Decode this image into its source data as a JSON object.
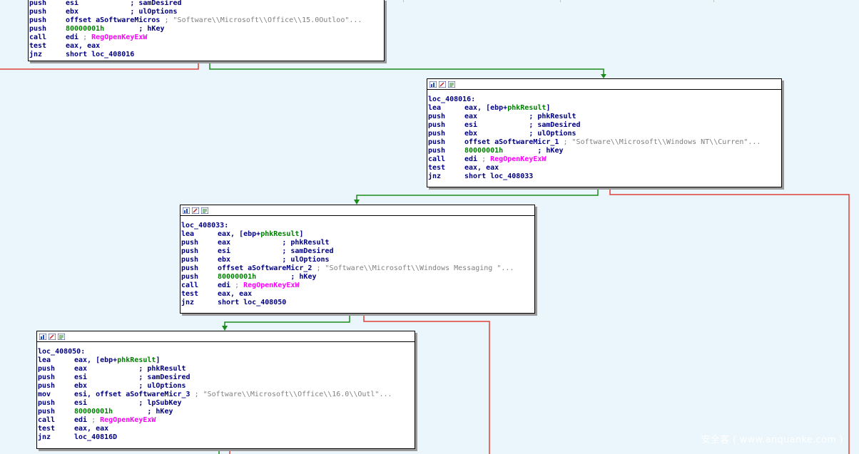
{
  "watermark": "安全客 ( www.anquanke.com )",
  "colors": {
    "true_edge": "#1a8a1a",
    "false_edge": "#e0403a",
    "background": "#eaf6fc"
  },
  "toolbar_icons": [
    "graph-icon",
    "edit-icon",
    "comment-icon"
  ],
  "block1": {
    "lines": [
      {
        "mn": "push",
        "op": "esi",
        "pad": "            ",
        "cmt": "samDesired",
        "kind": "c"
      },
      {
        "mn": "push",
        "op": "ebx",
        "pad": "            ",
        "cmt": "ulOptions",
        "kind": "c"
      },
      {
        "mn": "push",
        "op": "offset aSoftwareMicros",
        "pad": " ",
        "cmt": "\"Software\\\\Microsoft\\\\Office\\\\15.0Outloo\"...",
        "kind": "s"
      },
      {
        "mn": "push",
        "num": "80000001h",
        "pad": "       ",
        "cmt": "hKey",
        "kind": "n"
      },
      {
        "mn": "call",
        "op": "edi",
        "imp": "RegOpenKeyExW",
        "kind": "i"
      },
      {
        "mn": "test",
        "op": "eax, eax",
        "kind": "p"
      },
      {
        "mn": "jnz",
        "op": "short loc_408016",
        "kind": "p"
      }
    ]
  },
  "block2": {
    "label": "loc_408016:",
    "lines": [
      {
        "mn": "lea",
        "op": "eax, [ebp+",
        "hl": "phkResult",
        "close": "]",
        "kind": "l"
      },
      {
        "mn": "push",
        "op": "eax",
        "pad": "            ",
        "cmt": "phkResult",
        "kind": "c"
      },
      {
        "mn": "push",
        "op": "esi",
        "pad": "            ",
        "cmt": "samDesired",
        "kind": "c"
      },
      {
        "mn": "push",
        "op": "ebx",
        "pad": "            ",
        "cmt": "ulOptions",
        "kind": "c"
      },
      {
        "mn": "push",
        "op": "offset aSoftwareMicr_1",
        "pad": " ",
        "cmt": "\"Software\\\\Microsoft\\\\Windows NT\\\\Curren\"...",
        "kind": "s"
      },
      {
        "mn": "push",
        "num": "80000001h",
        "pad": "       ",
        "cmt": "hKey",
        "kind": "n"
      },
      {
        "mn": "call",
        "op": "edi",
        "imp": "RegOpenKeyExW",
        "kind": "i"
      },
      {
        "mn": "test",
        "op": "eax, eax",
        "kind": "p"
      },
      {
        "mn": "jnz",
        "op": "short loc_408033",
        "kind": "p"
      }
    ]
  },
  "block3": {
    "label": "loc_408033:",
    "lines": [
      {
        "mn": "lea",
        "op": "eax, [ebp+",
        "hl": "phkResult",
        "close": "]",
        "kind": "l"
      },
      {
        "mn": "push",
        "op": "eax",
        "pad": "            ",
        "cmt": "phkResult",
        "kind": "c"
      },
      {
        "mn": "push",
        "op": "esi",
        "pad": "            ",
        "cmt": "samDesired",
        "kind": "c"
      },
      {
        "mn": "push",
        "op": "ebx",
        "pad": "            ",
        "cmt": "ulOptions",
        "kind": "c"
      },
      {
        "mn": "push",
        "op": "offset aSoftwareMicr_2",
        "pad": " ",
        "cmt": "\"Software\\\\Microsoft\\\\Windows Messaging \"...",
        "kind": "s"
      },
      {
        "mn": "push",
        "num": "80000001h",
        "pad": "       ",
        "cmt": "hKey",
        "kind": "n"
      },
      {
        "mn": "call",
        "op": "edi",
        "imp": "RegOpenKeyExW",
        "kind": "i"
      },
      {
        "mn": "test",
        "op": "eax, eax",
        "kind": "p"
      },
      {
        "mn": "jnz",
        "op": "short loc_408050",
        "kind": "p"
      }
    ]
  },
  "block4": {
    "label": "loc_408050:",
    "lines": [
      {
        "mn": "lea",
        "op": "eax, [ebp+",
        "hl": "phkResult",
        "close": "]",
        "kind": "l"
      },
      {
        "mn": "push",
        "op": "eax",
        "pad": "            ",
        "cmt": "phkResult",
        "kind": "c"
      },
      {
        "mn": "push",
        "op": "esi",
        "pad": "            ",
        "cmt": "samDesired",
        "kind": "c"
      },
      {
        "mn": "push",
        "op": "ebx",
        "pad": "            ",
        "cmt": "ulOptions",
        "kind": "c"
      },
      {
        "mn": "mov",
        "op": "esi, offset aSoftwareMicr_3",
        "pad": " ",
        "cmt": "\"Software\\\\Microsoft\\\\Office\\\\16.0\\\\Outl\"...",
        "kind": "s"
      },
      {
        "mn": "push",
        "op": "esi",
        "pad": "            ",
        "cmt": "lpSubKey",
        "kind": "c"
      },
      {
        "mn": "push",
        "num": "80000001h",
        "pad": "       ",
        "cmt": "hKey",
        "kind": "n"
      },
      {
        "mn": "call",
        "op": "edi",
        "imp": "RegOpenKeyExW",
        "kind": "i"
      },
      {
        "mn": "test",
        "op": "eax, eax",
        "kind": "p"
      },
      {
        "mn": "jnz",
        "op": "loc_40816D",
        "kind": "p"
      }
    ]
  }
}
